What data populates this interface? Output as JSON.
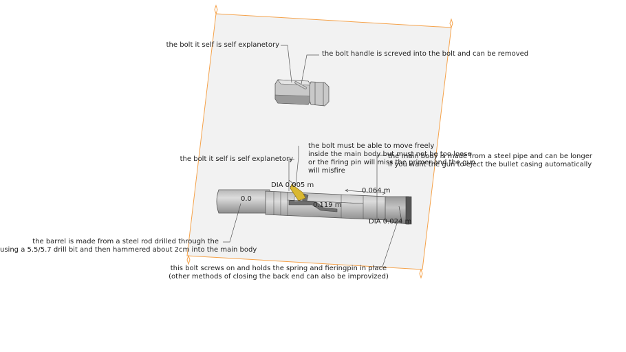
{
  "annotations": {
    "bolt_top": "the bolt it self is self explanetory",
    "bolt_handle": "the bolt handle is screved into the bolt and can be removed",
    "bolt_move_line1": "the bolt must be able to move freely",
    "bolt_move_line2": "inside the main body but must not be too loose",
    "bolt_move_line3": "or the firing pin will miss the primer and the gun",
    "bolt_move_line4": "will misfire",
    "bolt_mid": "the bolt it self is self explanetory",
    "main_body_line1": "the main body is made from a steel pipe and can be longer",
    "main_body_line2": "if you want the gun to eject the bullet casing automatically",
    "barrel_line1": "the barrel is made from a steel rod drilled through the",
    "barrel_line2": "using a 5.5/5.7 drill bit and then hammered about 2cm into the main body",
    "back_bolt_line1": "this bolt screws on and holds the spring and fieringpin in place",
    "back_bolt_line2": "(other methods of closing the back end can also be improvized)"
  },
  "dimensions": {
    "dia_bolt": "DIA 0.005 m",
    "len_back": "0.064 m",
    "len_body": "0.119 m",
    "barrel_partial": "0.0",
    "dia_back": "DIA 0.024 m"
  },
  "colors": {
    "plane_fill": "#f2f2f2",
    "plane_edge": "#f5a24a",
    "part_fill": "#c8c8c8",
    "handle": "#d9b832"
  }
}
